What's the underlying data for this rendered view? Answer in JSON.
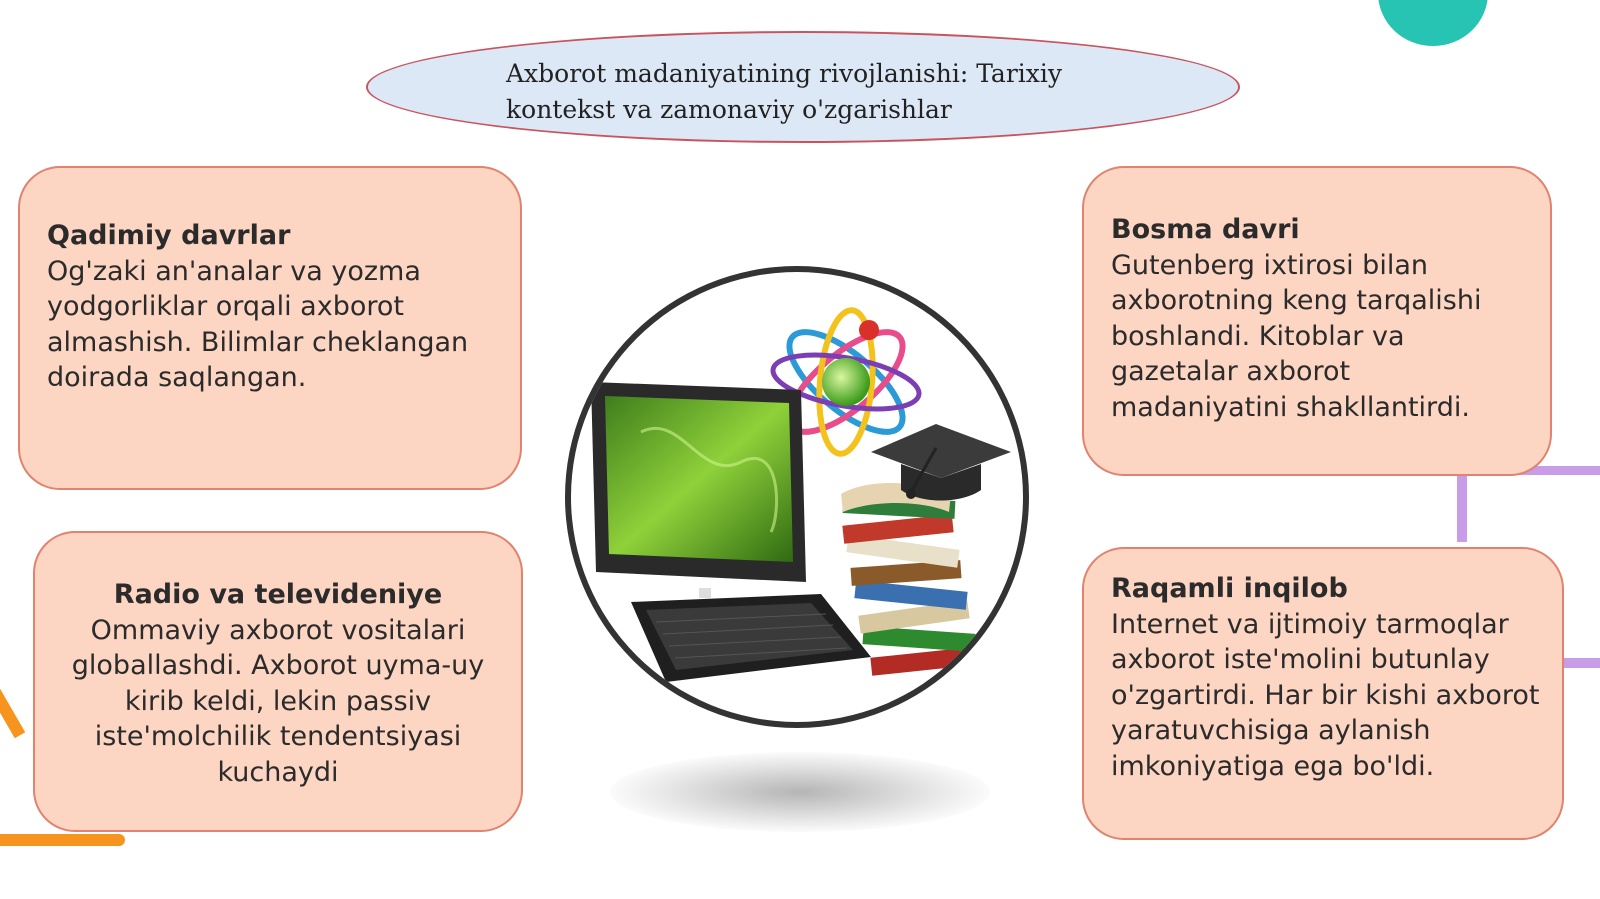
{
  "title": {
    "line1": "Axborot madaniyatining rivojlanishi: Tarixiy",
    "line2": "kontekst va zamonaviy o'zgarishlar"
  },
  "cards": [
    {
      "heading": "Qadimiy davrlar",
      "body": "Og'zaki an'analar va yozma yodgorliklar orqali axborot almashish. Bilimlar cheklangan doirada saqlangan."
    },
    {
      "heading": "Radio va televideniye",
      "body": "Ommaviy axborot vositalari globallashdi. Axborot uyma-uy kirib keldi, lekin passiv iste'molchilik tendentsiyasi kuchaydi"
    },
    {
      "heading": "Bosma davri",
      "body": "Gutenberg ixtirosi bilan axborotning keng tarqalishi boshlandi. Kitoblar va gazetalar axborot madaniyatini shakllantirdi."
    },
    {
      "heading": "Raqamli inqilob",
      "body": "Internet va ijtimoiy tarmoqlar axborot iste'molini butunlay o'zgartirdi. Har bir kishi axborot yaratuvchisiga aylanish imkoniyatiga ega bo'ldi."
    }
  ],
  "illustration": {
    "icons": [
      "laptop-icon",
      "atom-icon",
      "books-icon",
      "graduation-cap-icon"
    ]
  },
  "colors": {
    "card_fill": "#fcd5c3",
    "card_border": "#e0836f",
    "title_fill": "#dde8f6",
    "title_border": "#c9545e",
    "teal_accent": "#27c4b4",
    "purple_accent": "#c99ce8",
    "orange_accent": "#f7941d"
  }
}
